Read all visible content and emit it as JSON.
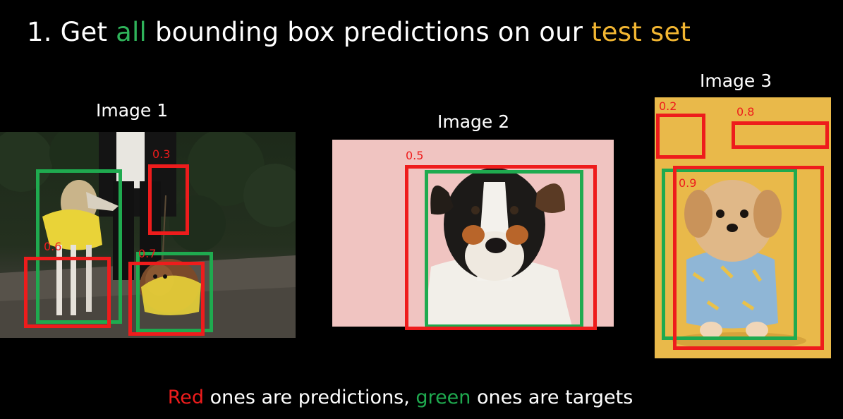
{
  "title": {
    "prefix": "1. Get ",
    "highlight_all": "all",
    "middle": " bounding box predictions on our ",
    "highlight_test": "test set",
    "colors": {
      "all": "#2fb35a",
      "test": "#f2b632"
    }
  },
  "images": [
    {
      "label": "Image 1",
      "description": "Woman walking two dogs in raincoats on a dirt path",
      "predictions": [
        {
          "confidence": "0.3"
        },
        {
          "confidence": "0.6"
        },
        {
          "confidence": "0.7"
        }
      ],
      "targets": 2
    },
    {
      "label": "Image 2",
      "description": "Jack Russell terrier portrait on pink background",
      "predictions": [
        {
          "confidence": "0.5"
        }
      ],
      "targets": 1
    },
    {
      "label": "Image 3",
      "description": "Small fluffy dog in blue pajamas on yellow background",
      "predictions": [
        {
          "confidence": "0.2"
        },
        {
          "confidence": "0.8"
        },
        {
          "confidence": "0.9"
        }
      ],
      "targets": 1
    }
  ],
  "caption": {
    "red_word": "Red",
    "part1": " ones are predictions, ",
    "green_word": "green",
    "part2": " ones are targets",
    "colors": {
      "red": "#ee1c1c",
      "green": "#1faa4f"
    }
  }
}
